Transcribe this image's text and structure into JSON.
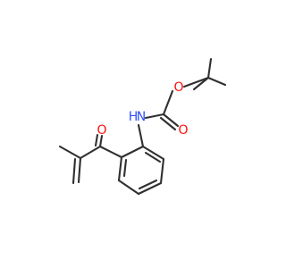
{
  "molecule": {
    "atoms": {
      "ester_oxygen": "O",
      "carbonyl_oxygen_carbamate": "O",
      "amide_nitrogen": "N",
      "amide_hydrogen": "H",
      "ketone_oxygen": "O"
    },
    "colors": {
      "bond": "#303030",
      "oxygen": "#ff0d0d",
      "nitrogen": "#3050f8"
    }
  }
}
